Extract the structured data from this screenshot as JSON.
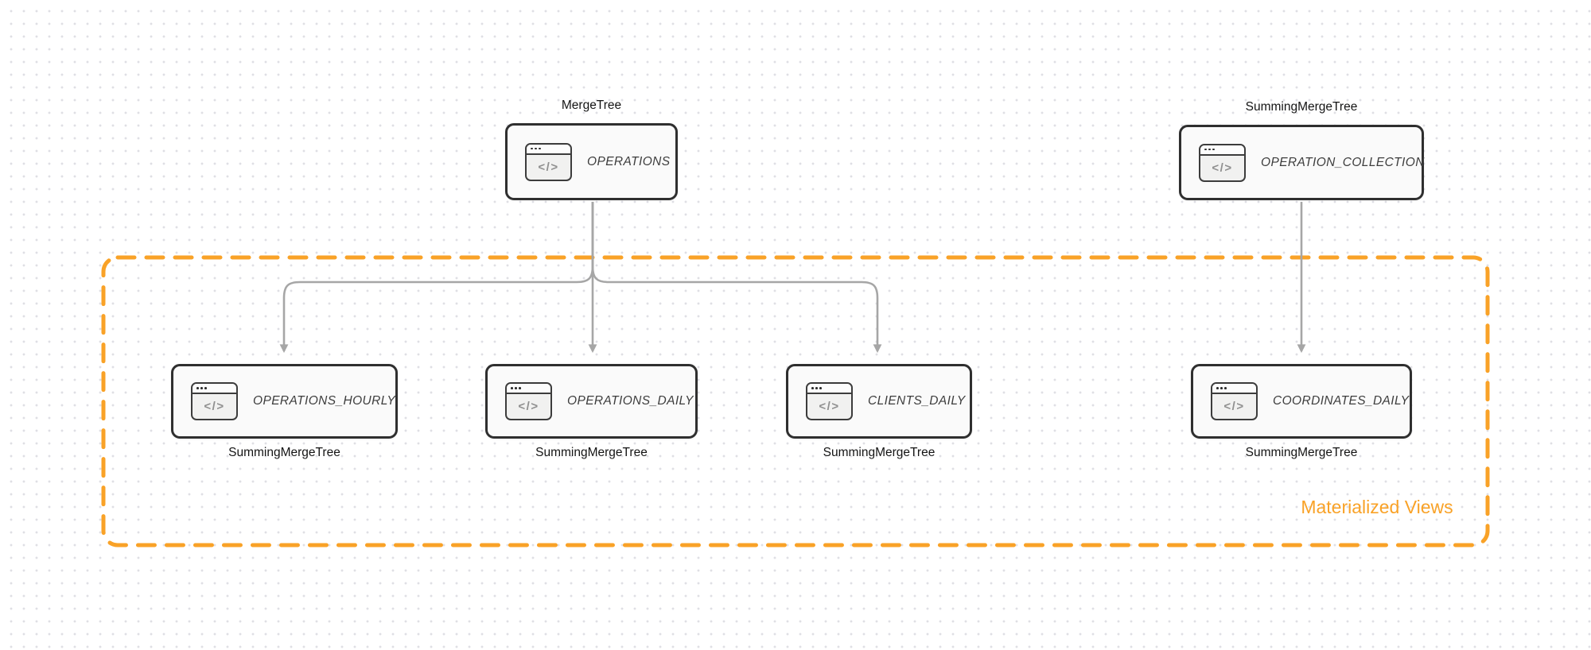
{
  "canvas": {
    "background_color": "#ffffff",
    "dot_grid_color": "#dfdfe4",
    "accent_orange": "#f9a227",
    "arrow_color": "#a6a6a6",
    "node_border_color": "#2f2f2f",
    "node_background": "#fafafa"
  },
  "group": {
    "label": "Materialized Views"
  },
  "icon": {
    "name": "code-window-icon",
    "glyph": "</>"
  },
  "nodes": [
    {
      "id": "operations",
      "name": "OPERATIONS",
      "engine": "MergeTree",
      "engine_position": "above"
    },
    {
      "id": "operation-collection",
      "name": "OPERATION_COLLECTION",
      "engine": "SummingMergeTree",
      "engine_position": "above"
    },
    {
      "id": "operations-hourly",
      "name": "OPERATIONS_HOURLY",
      "engine": "SummingMergeTree",
      "engine_position": "below"
    },
    {
      "id": "operations-daily",
      "name": "OPERATIONS_DAILY",
      "engine": "SummingMergeTree",
      "engine_position": "below"
    },
    {
      "id": "clients-daily",
      "name": "CLIENTS_DAILY",
      "engine": "SummingMergeTree",
      "engine_position": "below"
    },
    {
      "id": "coordinates-daily",
      "name": "COORDINATES_DAILY",
      "engine": "SummingMergeTree",
      "engine_position": "below"
    }
  ],
  "edges": [
    {
      "from": "OPERATIONS",
      "to": "OPERATIONS_HOURLY"
    },
    {
      "from": "OPERATIONS",
      "to": "OPERATIONS_DAILY"
    },
    {
      "from": "OPERATIONS",
      "to": "CLIENTS_DAILY"
    },
    {
      "from": "OPERATION_COLLECTION",
      "to": "COORDINATES_DAILY"
    }
  ]
}
